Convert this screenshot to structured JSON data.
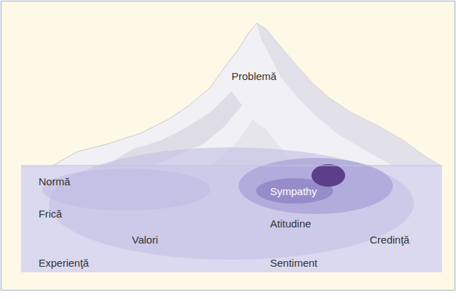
{
  "diagram": {
    "labels": [
      "Problemă",
      "Normă",
      "Sympathy",
      "Frică",
      "Atitudine",
      "Valori",
      "Credinţă",
      "Experienţă",
      "Sentiment"
    ]
  }
}
